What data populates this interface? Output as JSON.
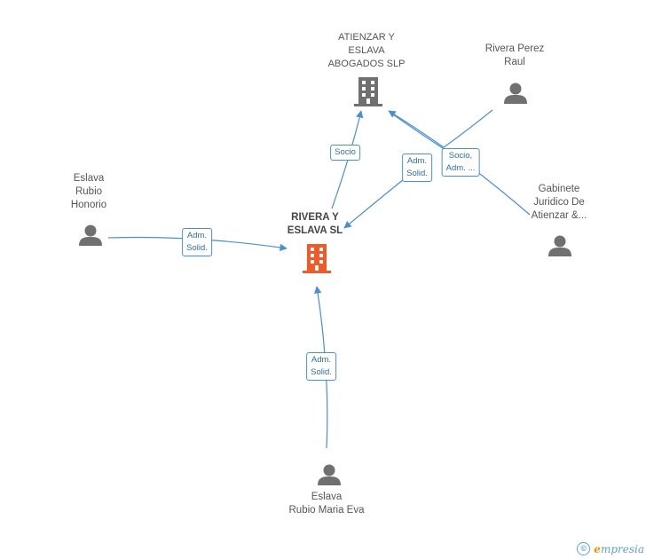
{
  "nodes": {
    "main": {
      "lines": [
        "RIVERA Y",
        "ESLAVA SL"
      ],
      "kind": "company",
      "color": "#f05a28"
    },
    "atienzar": {
      "lines": [
        "ATIENZAR Y",
        "ESLAVA",
        "ABOGADOS  SLP"
      ],
      "kind": "company",
      "color": "#707070"
    },
    "rivera_perez": {
      "lines": [
        "Rivera Perez",
        "Raul"
      ],
      "kind": "person"
    },
    "gabinete": {
      "lines": [
        "Gabinete",
        "Juridico De",
        "Atienzar &..."
      ],
      "kind": "person"
    },
    "eslava_honorio": {
      "lines": [
        "Eslava",
        "Rubio",
        "Honorio"
      ],
      "kind": "person"
    },
    "eslava_eva": {
      "lines": [
        "Eslava",
        "Rubio Maria Eva"
      ],
      "kind": "person"
    }
  },
  "edges": {
    "socio": [
      "Socio"
    ],
    "adm_rivera": [
      "Adm.",
      "Solid."
    ],
    "socio_adm": [
      "Socio,",
      "Adm. ..."
    ],
    "adm_honorio": [
      "Adm.",
      "Solid."
    ],
    "adm_eva": [
      "Adm.",
      "Solid."
    ]
  },
  "footer": {
    "copyright": "©",
    "brand_first": "e",
    "brand_rest": "mpresia"
  },
  "colors": {
    "edge": "#4a8fd4",
    "person": "#707070"
  }
}
